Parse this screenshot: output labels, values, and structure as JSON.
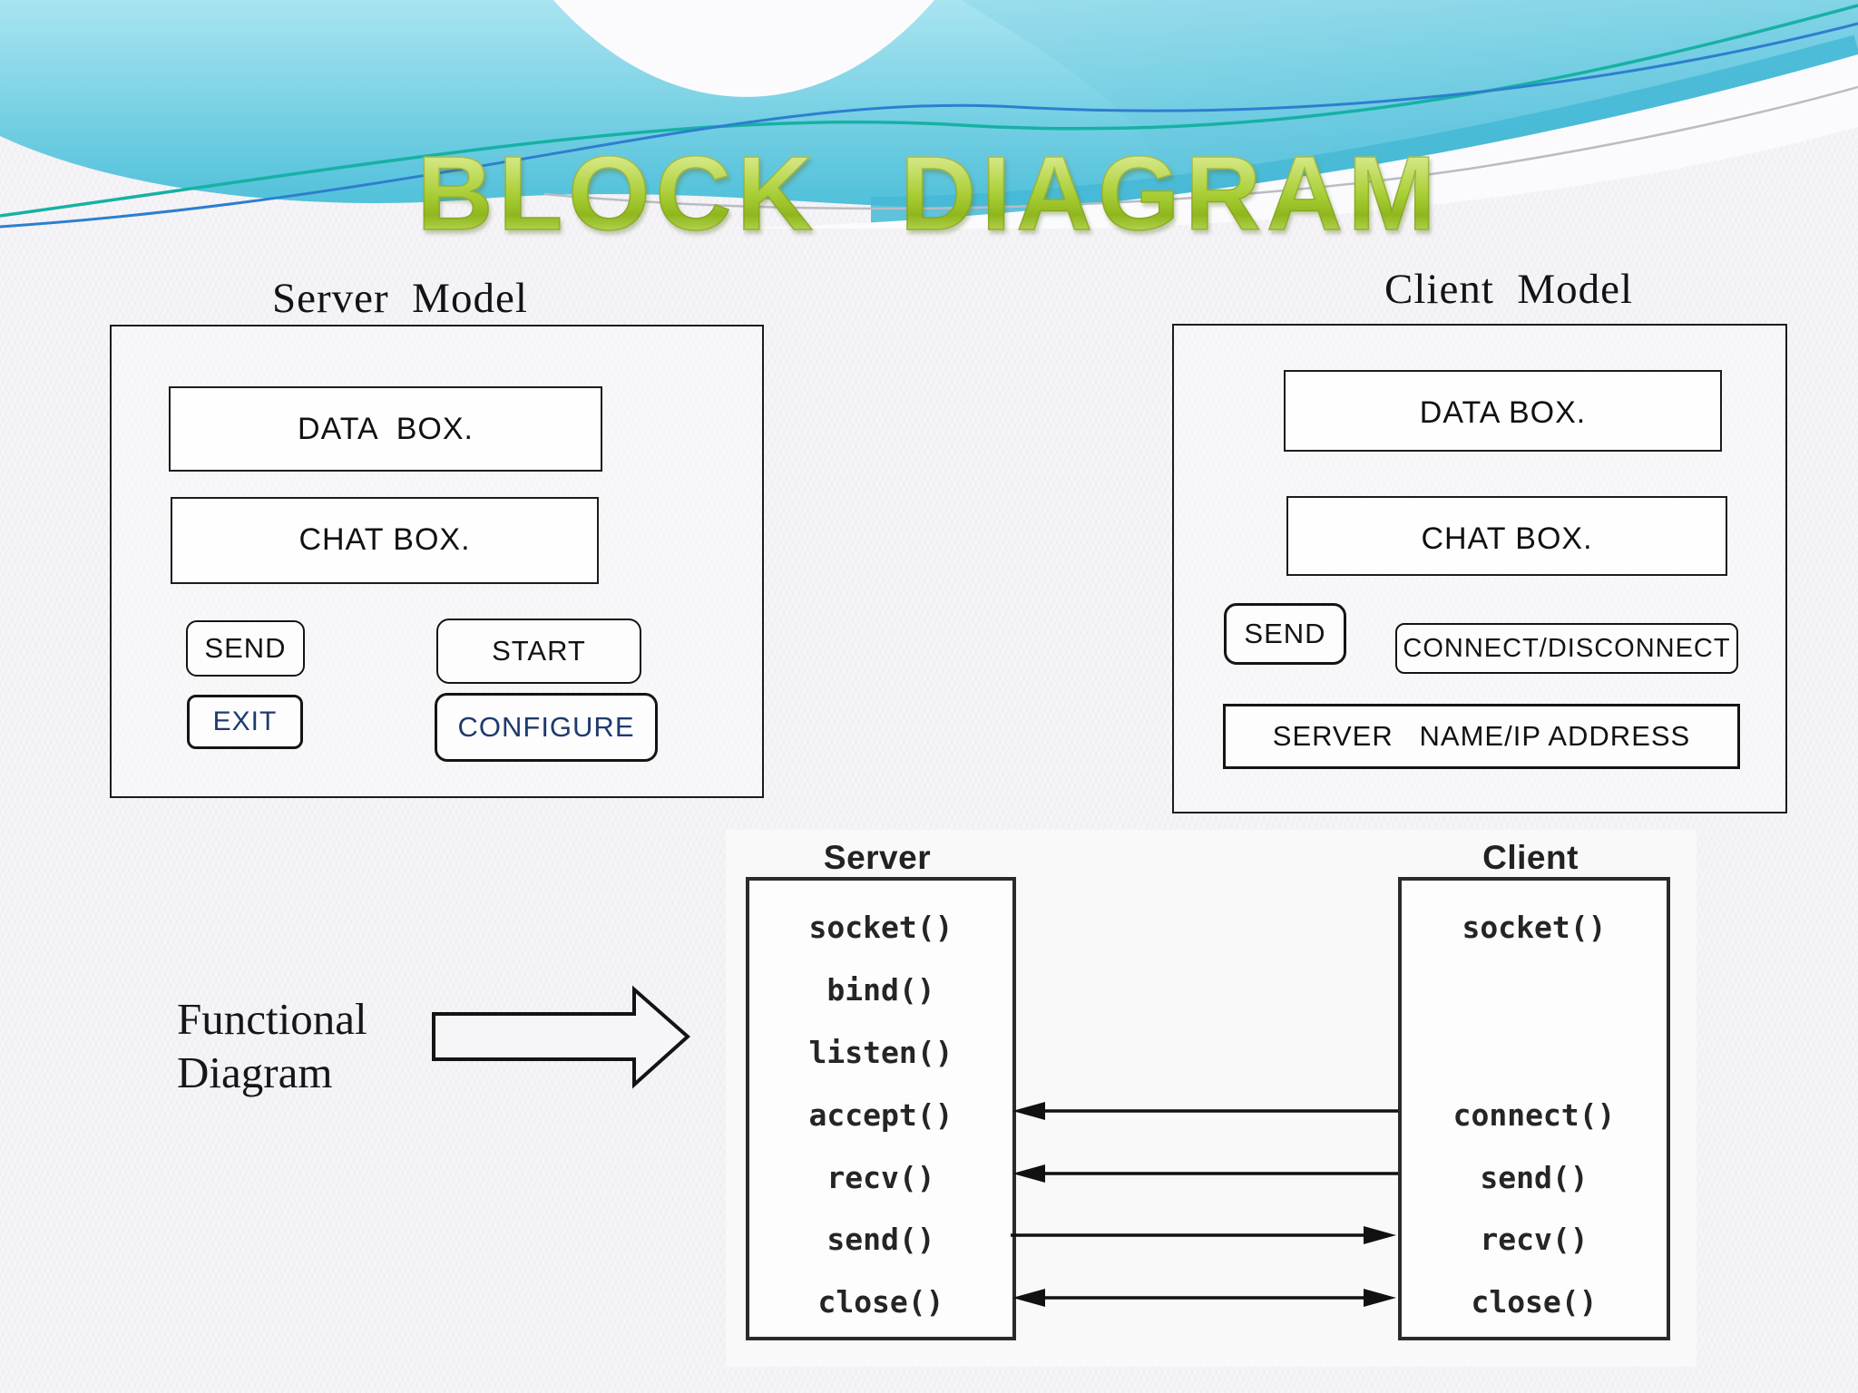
{
  "slide": {
    "title": "BLOCK DIAGRAM"
  },
  "server_model": {
    "heading": "Server  Model",
    "data_box": "DATA  BOX.",
    "chat_box": "CHAT BOX.",
    "send_button": "SEND",
    "start_button": "START",
    "exit_button": "EXIT",
    "configure_button": "CONFIGURE"
  },
  "client_model": {
    "heading": "Client  Model",
    "data_box": "DATA BOX.",
    "chat_box": "CHAT BOX.",
    "send_button": "SEND",
    "connect_button": "CONNECT/DISCONNECT",
    "server_name_box": "SERVER   NAME/IP ADDRESS"
  },
  "functional_diagram": {
    "caption_line1": "Functional",
    "caption_line2": "Diagram",
    "server": {
      "heading": "Server",
      "calls": [
        "socket()",
        "bind()",
        "listen()",
        "accept()",
        "recv()",
        "send()",
        "close()"
      ]
    },
    "client": {
      "heading": "Client",
      "calls": [
        "socket()",
        "connect()",
        "send()",
        "recv()",
        "close()"
      ]
    },
    "arrows": [
      {
        "from": "client connect()",
        "to": "server accept()",
        "direction": "client-to-server"
      },
      {
        "from": "client send()",
        "to": "server recv()",
        "direction": "client-to-server"
      },
      {
        "from": "server send()",
        "to": "client recv()",
        "direction": "server-to-client"
      },
      {
        "from": "close()",
        "to": "close()",
        "direction": "bidirectional"
      }
    ]
  },
  "colors": {
    "title_green": "#a8cd34",
    "navy_text": "#1e3a6e",
    "header_teal": "#4fc0da",
    "line_teal": "#16b1a4",
    "line_blue": "#2e7ecf",
    "diagram_ink": "#1c1c1c"
  }
}
